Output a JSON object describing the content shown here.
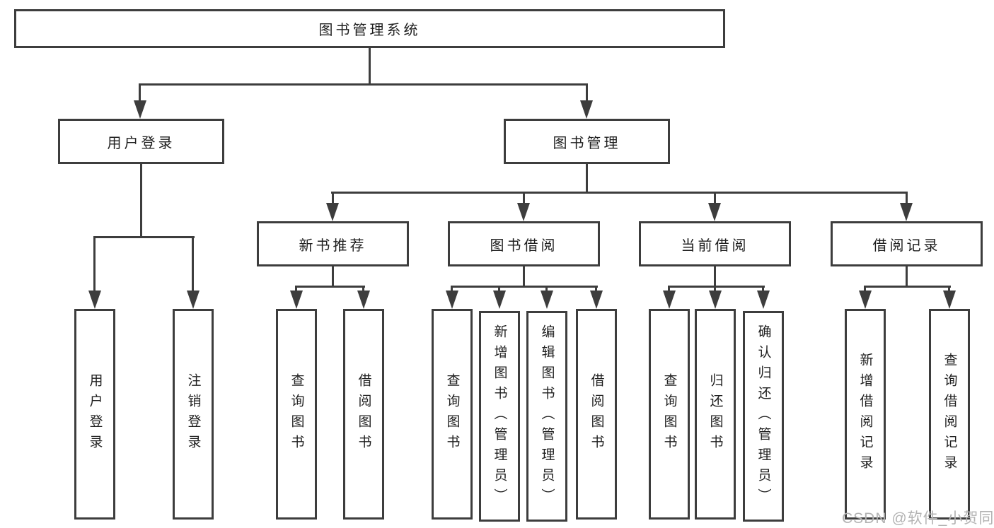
{
  "tree": {
    "root": {
      "label": "图书管理系统"
    },
    "level1": [
      {
        "label": "用户登录",
        "leaves": [
          {
            "label": "用户登录"
          },
          {
            "label": "注销登录"
          }
        ]
      },
      {
        "label": "图书管理",
        "groups": [
          {
            "label": "新书推荐",
            "leaves": [
              {
                "label": "查询图书"
              },
              {
                "label": "借阅图书"
              }
            ]
          },
          {
            "label": "图书借阅",
            "leaves": [
              {
                "label": "查询图书"
              },
              {
                "label": "新增图书（管理员）"
              },
              {
                "label": "编辑图书（管理员）"
              },
              {
                "label": "借阅图书"
              }
            ]
          },
          {
            "label": "当前借阅",
            "leaves": [
              {
                "label": "查询图书"
              },
              {
                "label": "归还图书"
              },
              {
                "label": "确认归还（管理员）"
              }
            ]
          },
          {
            "label": "借阅记录",
            "leaves": [
              {
                "label": "新增借阅记录"
              },
              {
                "label": "查询借阅记录"
              }
            ]
          }
        ]
      }
    ]
  },
  "watermark": {
    "text": "CSDN @软件_小贺同学"
  },
  "colors": {
    "line": "#3d3d3d",
    "text": "#1f1f1f",
    "background": "#ffffff",
    "watermark_text": "#b3b3b3"
  }
}
